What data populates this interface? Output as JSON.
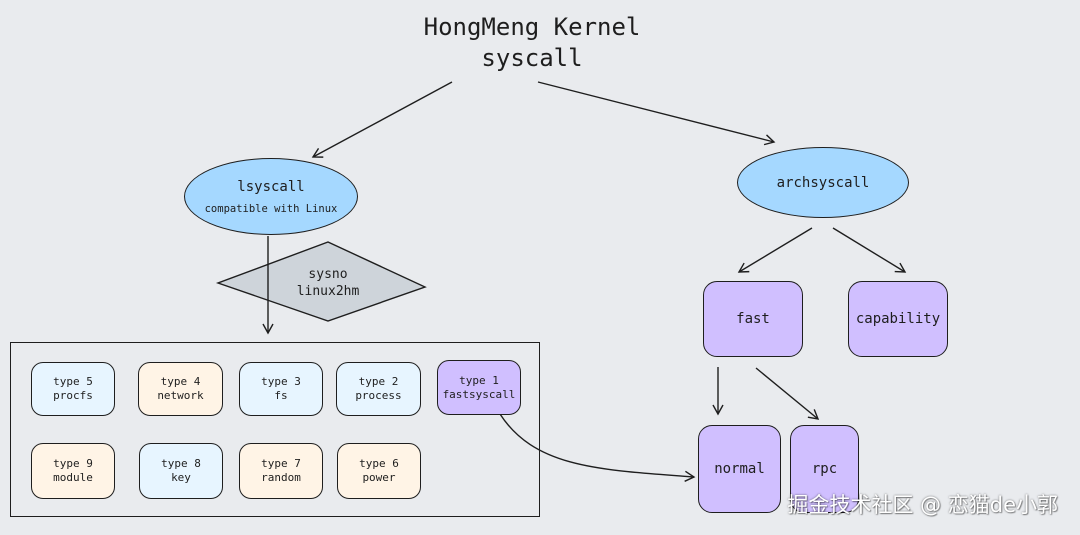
{
  "title": {
    "line1": "HongMeng Kernel",
    "line2": "syscall"
  },
  "lsyscall": {
    "label": "lsyscall",
    "sub": "compatible with Linux"
  },
  "archsyscall": {
    "label": "archsyscall"
  },
  "sysno": {
    "line1": "sysno",
    "line2": "linux2hm"
  },
  "types": [
    {
      "line1": "type 5",
      "line2": "procfs"
    },
    {
      "line1": "type 4",
      "line2": "network"
    },
    {
      "line1": "type 3",
      "line2": "fs"
    },
    {
      "line1": "type 2",
      "line2": "process"
    },
    {
      "line1": "type 1",
      "line2": "fastsyscall"
    },
    {
      "line1": "type 9",
      "line2": "module"
    },
    {
      "line1": "type 8",
      "line2": "key"
    },
    {
      "line1": "type 7",
      "line2": "random"
    },
    {
      "line1": "type 6",
      "line2": "power"
    }
  ],
  "fast": {
    "label": "fast"
  },
  "capability": {
    "label": "capability"
  },
  "normal": {
    "label": "normal"
  },
  "rpc": {
    "label": "rpc"
  },
  "watermark": {
    "text": "掘金技术社区 @ 恋猫de小郭"
  },
  "colors": {
    "blue": "#a5d8ff",
    "light_blue": "#e7f5ff",
    "peach": "#fff4e6",
    "purple": "#d0bfff",
    "gray": "#ced4da",
    "stroke": "#1e1e1e"
  }
}
